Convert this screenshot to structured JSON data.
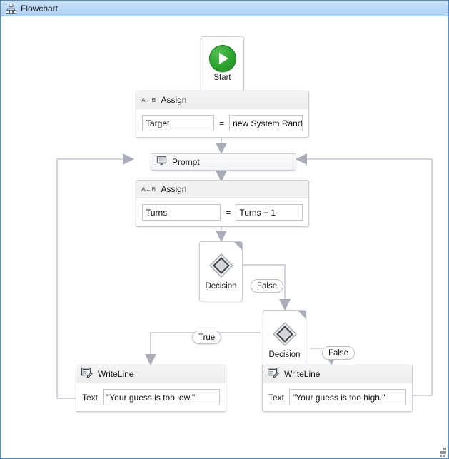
{
  "window": {
    "title": "Flowchart",
    "title_icon": "hierarchy-icon",
    "accent_color": "#4a90d9",
    "titlebar_color": "#b9d8f8",
    "canvas_color": "#ffffff",
    "resize_grip": "resize-grip-icon"
  },
  "nodes": {
    "start": {
      "caption": "Start",
      "icon": "play-icon",
      "icon_color": "#2ba22b"
    },
    "assign_target": {
      "header": "Assign",
      "icon": "assign-icon",
      "icon_text": "A←B",
      "left_value": "Target",
      "operator": "=",
      "right_value": "new System.Random"
    },
    "prompt": {
      "header": "Prompt",
      "icon": "prompt-dialog-icon"
    },
    "assign_turns": {
      "header": "Assign",
      "icon": "assign-icon",
      "icon_text": "A←B",
      "left_value": "Turns",
      "operator": "=",
      "right_value": "Turns + 1"
    },
    "decision_1": {
      "caption": "Decision",
      "icon": "diamond-icon"
    },
    "decision_2": {
      "caption": "Decision",
      "icon": "diamond-icon"
    },
    "writeline_low": {
      "header": "WriteLine",
      "icon": "writeline-icon",
      "field_label": "Text",
      "field_value": "\"Your guess is too low.\""
    },
    "writeline_high": {
      "header": "WriteLine",
      "icon": "writeline-icon",
      "field_label": "Text",
      "field_value": "\"Your guess is too high.\""
    }
  },
  "edge_labels": {
    "decision1_false": "False",
    "decision2_true": "True",
    "decision2_false": "False"
  }
}
